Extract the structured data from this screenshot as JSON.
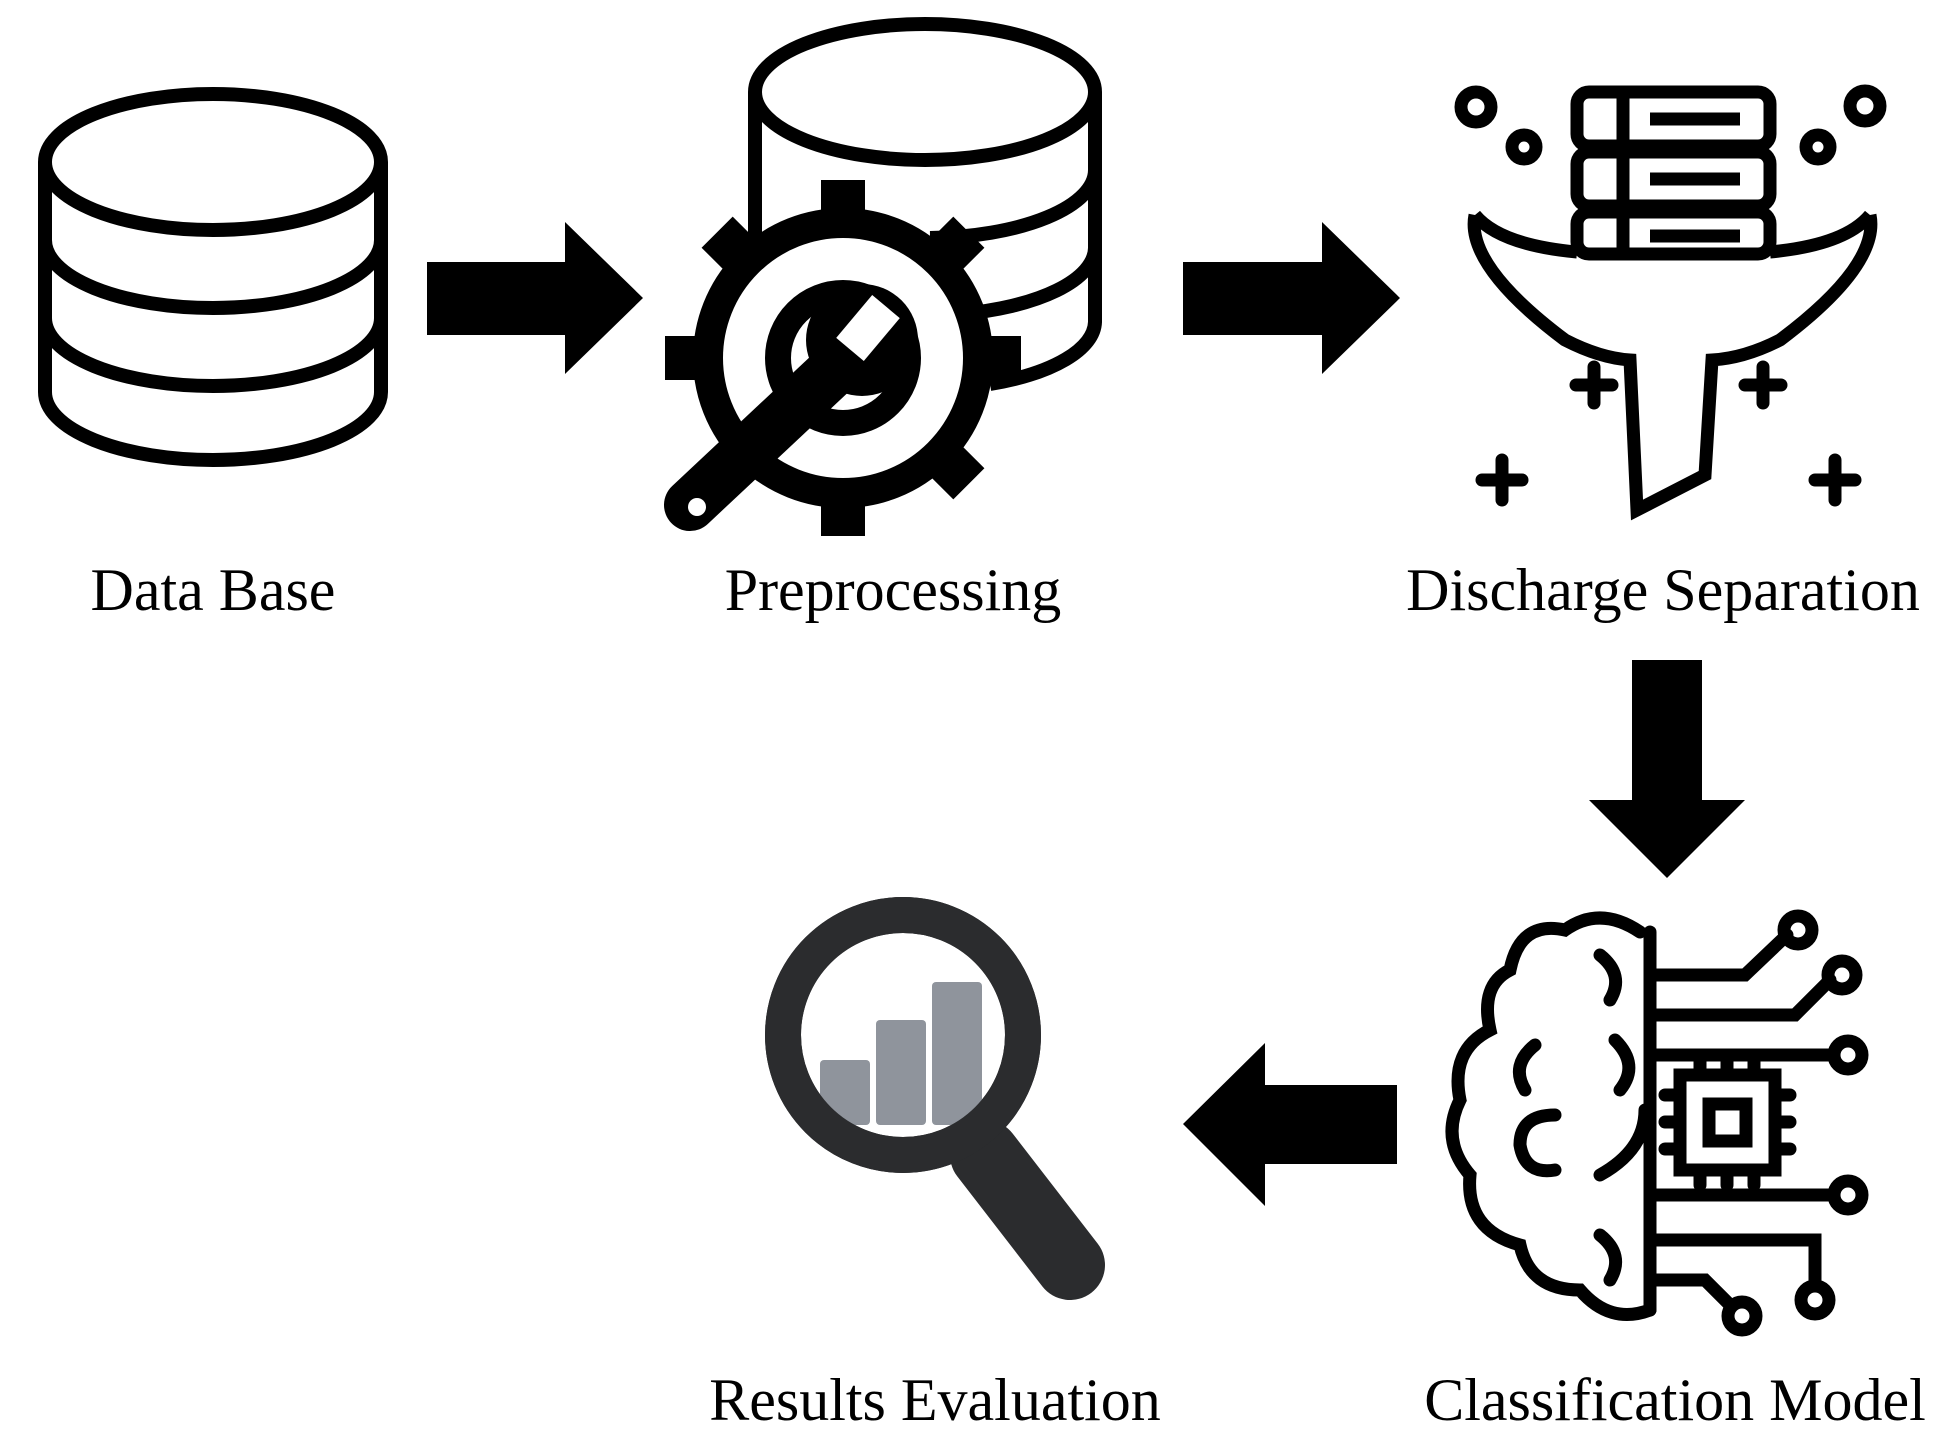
{
  "steps": {
    "database": "Data Base",
    "preprocessing": "Preprocessing",
    "discharge_separation": "Discharge Separation",
    "classification_model": "Classification Model",
    "results_evaluation": "Results Evaluation"
  },
  "icons": {
    "database": "database-icon",
    "preprocessing": "database-gear-wrench-icon",
    "discharge_separation": "funnel-server-icon",
    "classification_model": "brain-chip-icon",
    "results_evaluation": "magnifier-chart-icon"
  },
  "colors": {
    "stroke": "#000000",
    "magnifier": "#2b2c2e",
    "bars": "#8f949c"
  }
}
